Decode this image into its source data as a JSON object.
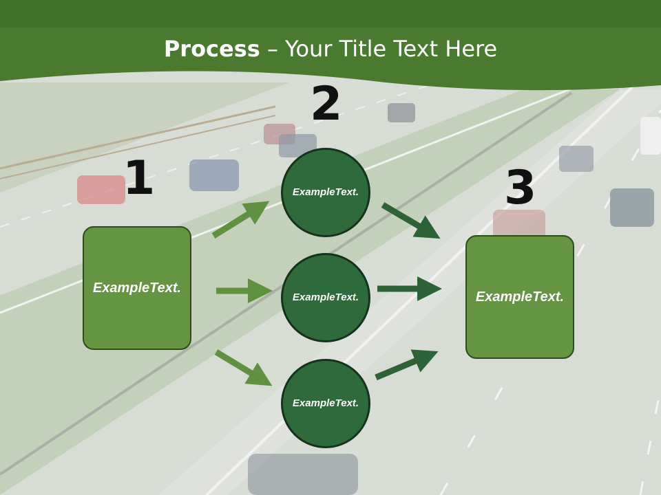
{
  "header": {
    "title_bold": "Process",
    "title_rest": " – Your Title Text Here",
    "band_color": "#4a7a2f"
  },
  "steps": {
    "n1": "1",
    "n2": "2",
    "n3": "3"
  },
  "nodes": {
    "left_box": "Example Text.",
    "circle_top": "Example Text.",
    "circle_mid": "Example Text.",
    "circle_bottom": "Example Text.",
    "right_box": "Example Text."
  },
  "colors": {
    "box_fill": "#659442",
    "circle_fill": "#2f6a3a",
    "arrow_left": "#5f9140",
    "arrow_right": "#2e6338"
  }
}
